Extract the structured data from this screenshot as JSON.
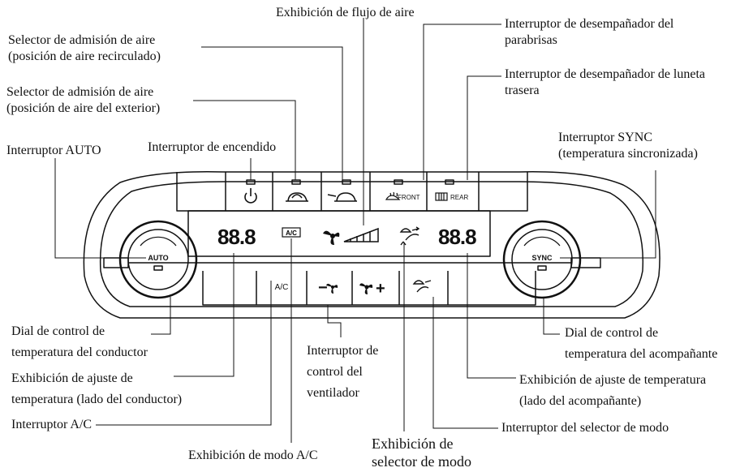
{
  "labels": {
    "airflow_display": "Exhibición de flujo de aire",
    "intake_recirc_1": "Selector de admisión de aire",
    "intake_recirc_2": "(posición de aire recirculado)",
    "intake_outside_1": "Selector de admisión de aire",
    "intake_outside_2": "(posición de aire del exterior)",
    "windshield_defroster_1": "Interruptor de desempañador del",
    "windshield_defroster_2": "parabrisas",
    "rear_defroster_1": "Interruptor de desempañador de luneta",
    "rear_defroster_2": "trasera",
    "auto_switch": "Interruptor AUTO",
    "power_switch": "Interruptor de encendido",
    "sync_switch_1": "Interruptor SYNC",
    "sync_switch_2": "(temperatura sincronizada)",
    "driver_dial_1": "Dial de control de",
    "driver_dial_2": "temperatura del conductor",
    "driver_temp_display_1": "Exhibición de ajuste de",
    "driver_temp_display_2": "temperatura (lado del conductor)",
    "ac_switch": "Interruptor A/C",
    "ac_mode_display": "Exhibición de modo A/C",
    "fan_switch_1": "Interruptor de",
    "fan_switch_2": "control del",
    "fan_switch_3": "ventilador",
    "mode_selector_display_1": "Exhibición de",
    "mode_selector_display_2": "selector de modo",
    "passenger_dial_1": "Dial de control de",
    "passenger_dial_2": "temperatura del acompañante",
    "passenger_temp_display_1": "Exhibición de ajuste de temperatura",
    "passenger_temp_display_2": "(lado del acompañante)",
    "mode_selector_switch": "Interruptor del selector de modo"
  },
  "panel": {
    "auto": "AUTO",
    "sync": "SYNC",
    "driver_temp": "88.8",
    "passenger_temp": "88.8",
    "ac_indicator": "A/C",
    "ac_button": "A/C",
    "front": "FRONT",
    "rear": "REAR",
    "fan_minus": "−",
    "fan_plus": "+"
  },
  "colors": {
    "line": "#111111",
    "background": "#ffffff"
  }
}
